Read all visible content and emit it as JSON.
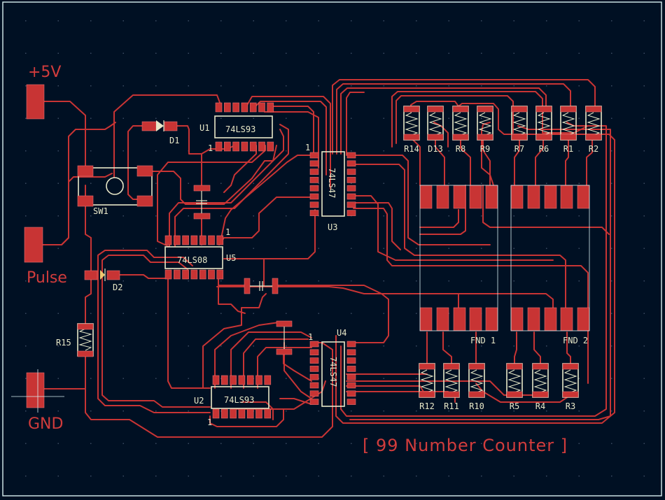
{
  "title": "[ 99 Number Counter ]",
  "colors": {
    "background": "#001023",
    "copper": "#c83434",
    "silkscreen": "#e8e8c8",
    "board_edge": "#d8eef0"
  },
  "connectors": {
    "power": "+5V",
    "pulse": "Pulse",
    "ground": "GND"
  },
  "components": {
    "u1": {
      "ref": "U1",
      "value": "74LS93",
      "pin1": "1"
    },
    "u2": {
      "ref": "U2",
      "value": "74LS93",
      "pin1": "1"
    },
    "u3": {
      "ref": "U3",
      "value": "74LS47",
      "pin1": "1"
    },
    "u4": {
      "ref": "U4",
      "value": "74LS47",
      "pin1": "1"
    },
    "u5": {
      "ref": "U5",
      "value": "74LS08",
      "pin1": "1"
    },
    "sw1": {
      "ref": "SW1"
    },
    "d1": {
      "ref": "D1"
    },
    "d2": {
      "ref": "D2"
    },
    "r15": {
      "ref": "R15"
    },
    "fnd1": {
      "ref": "FND 1"
    },
    "fnd2": {
      "ref": "FND 2"
    }
  },
  "top_resistors": [
    "R14",
    "D13",
    "R8",
    "R9",
    "R7",
    "R6",
    "R1",
    "R2"
  ],
  "bottom_resistors": [
    "R12",
    "R11",
    "R10",
    "R5",
    "R4",
    "R3"
  ]
}
